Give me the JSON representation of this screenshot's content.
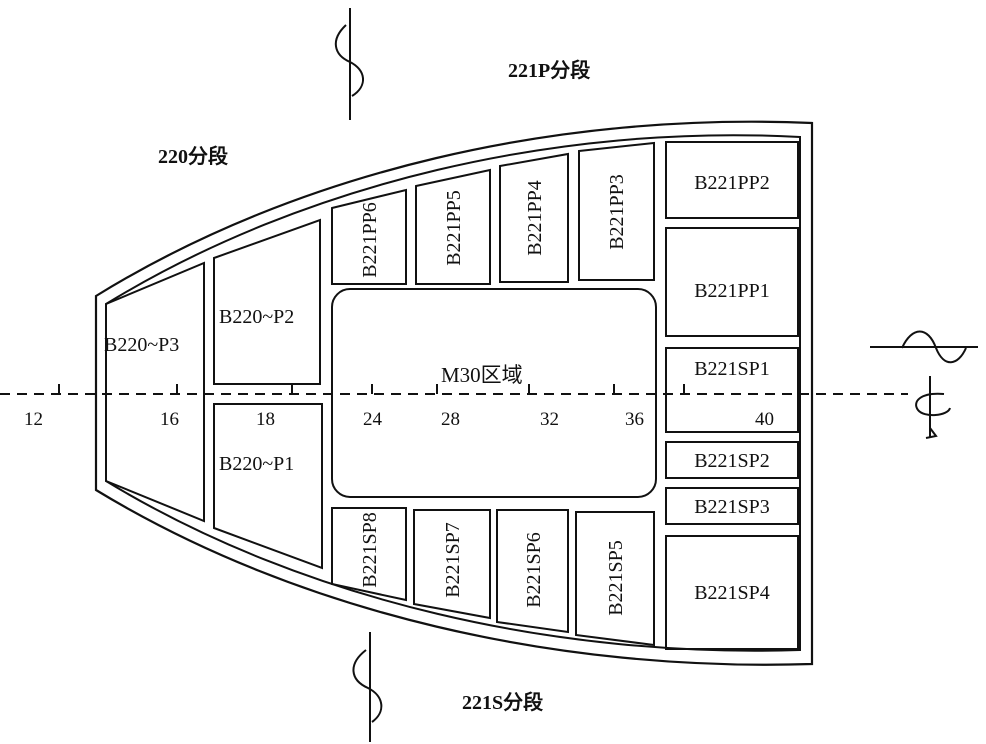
{
  "sections": {
    "s220": "220分段",
    "s221p": "221P分段",
    "s221s": "221S分段"
  },
  "center_region": "M30区域",
  "blocks": {
    "b220_p3": "B220~P3",
    "b220_p2": "B220~P2",
    "b220_p1": "B220~P1",
    "pp6": "B221PP6",
    "pp5": "B221PP5",
    "pp4": "B221PP4",
    "pp3": "B221PP3",
    "pp2": "B221PP2",
    "pp1": "B221PP1",
    "sp1": "B221SP1",
    "sp2": "B221SP2",
    "sp3": "B221SP3",
    "sp4": "B221SP4",
    "sp5": "B221SP5",
    "sp6": "B221SP6",
    "sp7": "B221SP7",
    "sp8": "B221SP8"
  },
  "frame_numbers": [
    "12",
    "16",
    "18",
    "24",
    "28",
    "32",
    "36",
    "40"
  ]
}
